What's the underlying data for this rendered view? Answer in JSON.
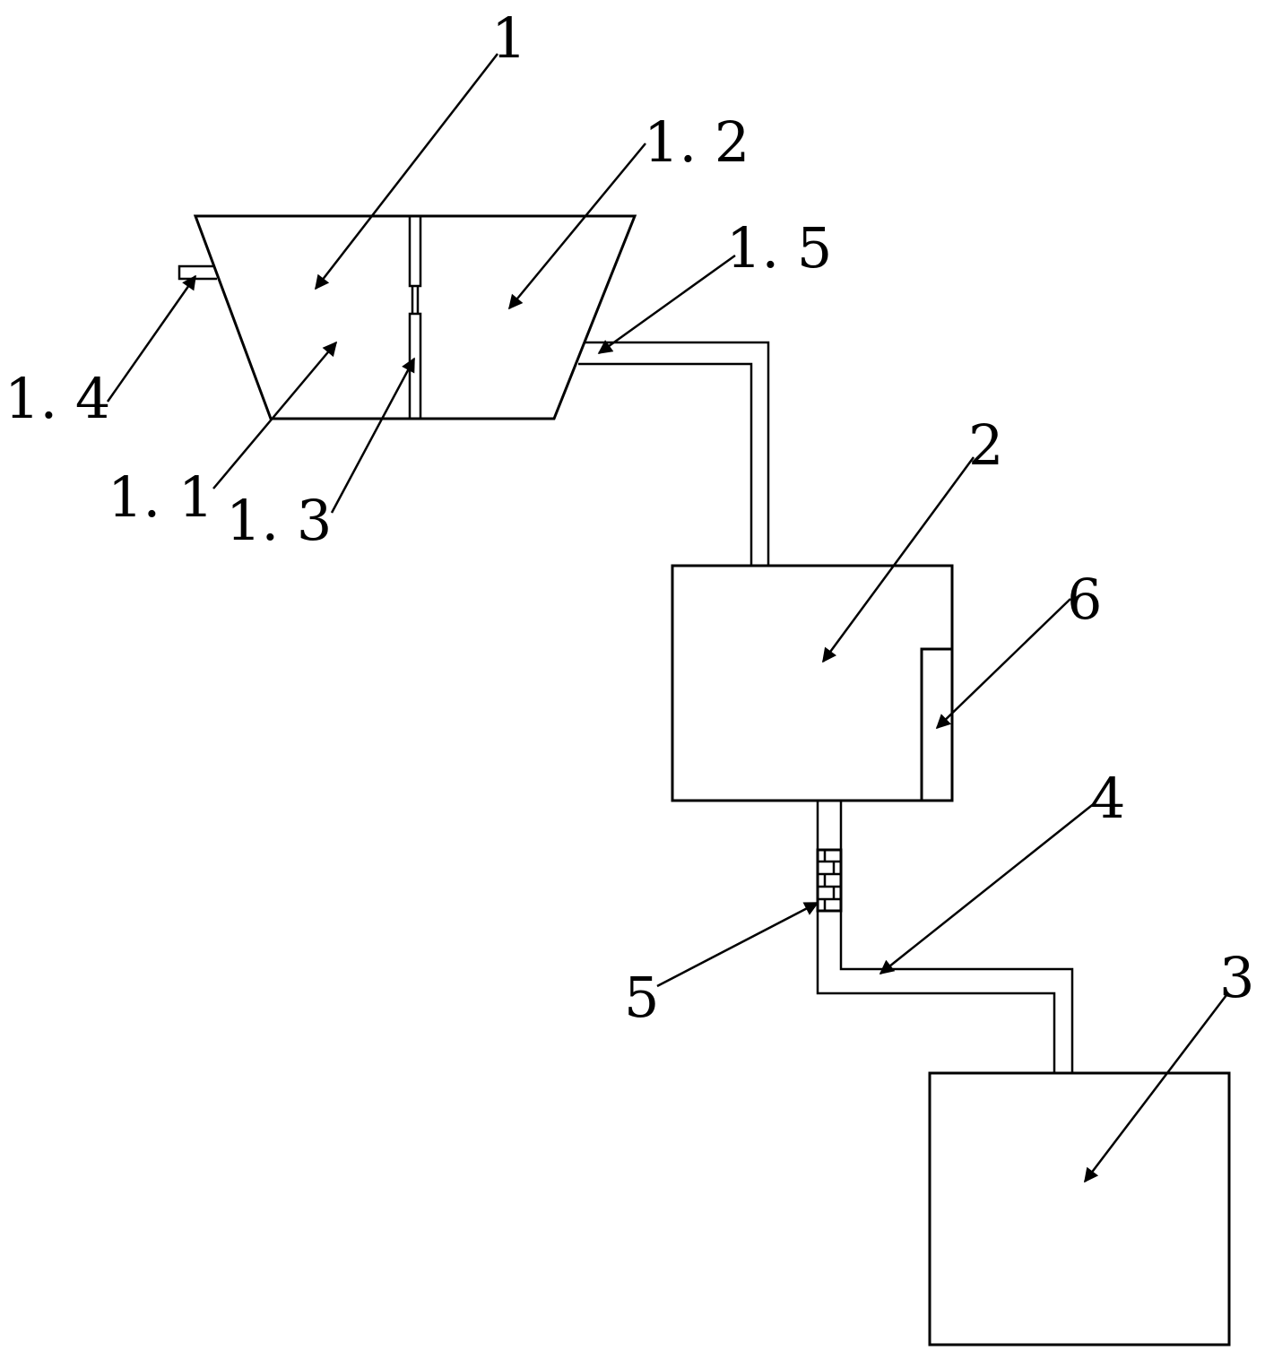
{
  "labels": {
    "l1": "1",
    "l1_1": "1. 1",
    "l1_2": "1. 2",
    "l1_3": "1. 3",
    "l1_4": "1. 4",
    "l1_5": "1. 5",
    "l2": "2",
    "l3": "3",
    "l4": "4",
    "l5": "5",
    "l6": "6"
  },
  "colors": {
    "line": "#000000",
    "background": "#ffffff"
  }
}
